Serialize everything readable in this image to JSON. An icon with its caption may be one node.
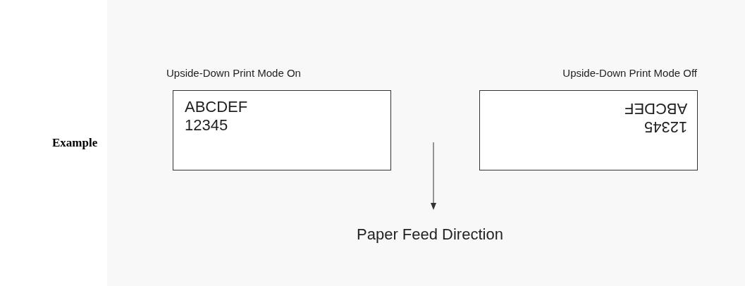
{
  "diagram": {
    "nodes": [
      {
        "text": [
          "Upside-Down Print Mode On",
          "ABCDEF",
          "12345"
        ]
      },
      {
        "text": [
          "Upside-Down Print Mode Off",
          "ABCDEF",
          "12345"
        ]
      }
    ],
    "labels": [
      "Example",
      "Paper Feed Direction"
    ]
  }
}
